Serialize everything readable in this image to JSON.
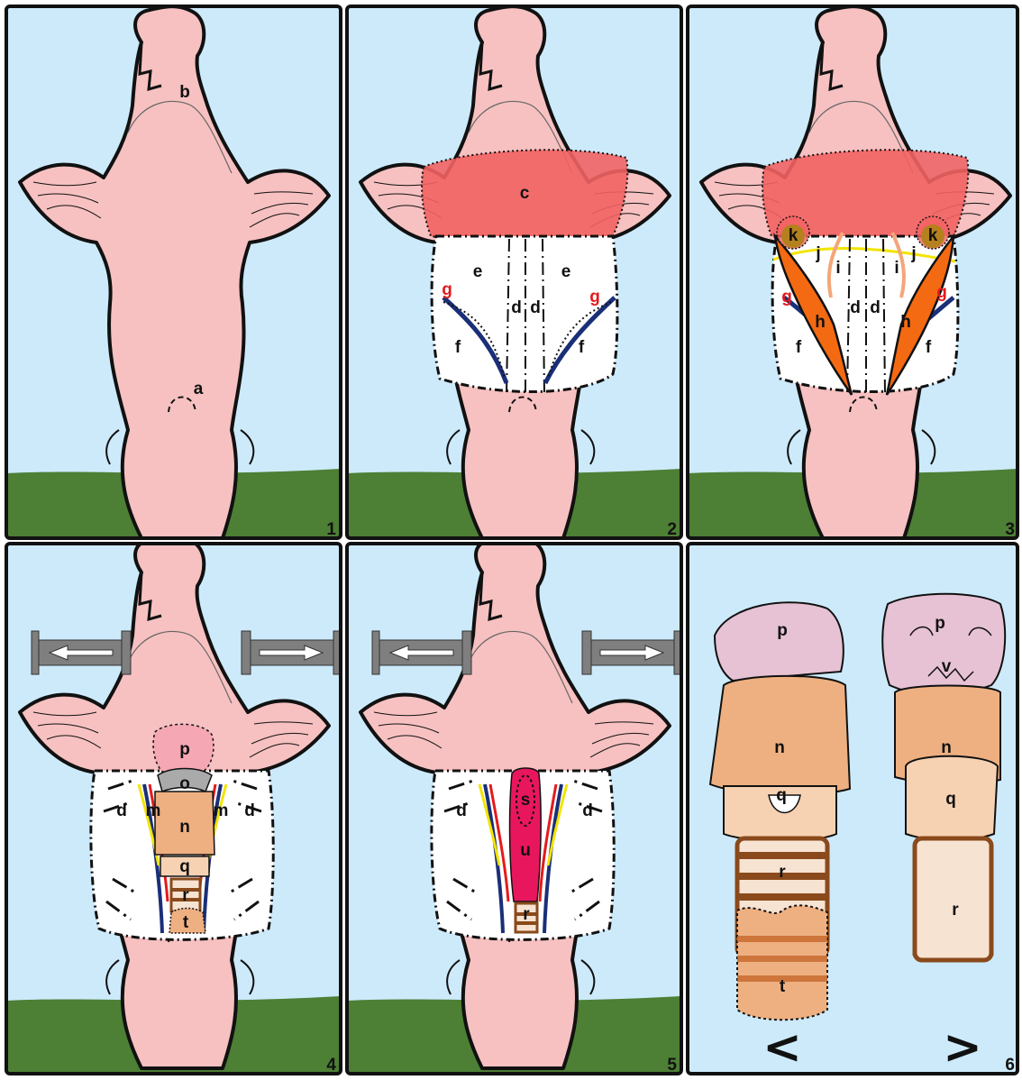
{
  "figure": {
    "panels": [
      {
        "number": "1",
        "labels": {
          "a": "a",
          "b": "b"
        }
      },
      {
        "number": "2",
        "labels": {
          "c": "c",
          "d1": "d",
          "d2": "d",
          "e1": "e",
          "e2": "e",
          "f1": "f",
          "f2": "f",
          "g1": "g",
          "g2": "g"
        }
      },
      {
        "number": "3",
        "labels": {
          "d1": "d",
          "d2": "d",
          "f1": "f",
          "f2": "f",
          "g1": "g",
          "g2": "g",
          "h1": "h",
          "h2": "h",
          "i1": "i",
          "i2": "i",
          "j1": "j",
          "j2": "j",
          "k1": "k",
          "k2": "k"
        }
      },
      {
        "number": "4",
        "labels": {
          "p": "p",
          "o": "o",
          "n": "n",
          "m1": "m",
          "m2": "m",
          "d1": "d",
          "d2": "d",
          "q": "q",
          "r": "r",
          "t": "t"
        }
      },
      {
        "number": "5",
        "labels": {
          "s": "s",
          "u": "u",
          "r": "r",
          "d1": "d",
          "d2": "d"
        }
      },
      {
        "number": "6",
        "labels": {
          "p1": "p",
          "n1": "n",
          "q1": "q",
          "r1": "r",
          "t": "t",
          "p2": "p",
          "v": "v",
          "n2": "n",
          "q2": "q",
          "r2": "r"
        },
        "arrows": {
          "left": "<",
          "right": ">"
        }
      }
    ],
    "colors": {
      "sky": "#cdeafb",
      "ground": "#4d7f35",
      "skin": "#f7c1c1",
      "wound": "#ffffff",
      "muscle_red": "#f26363",
      "muscle_orange": "#f46a12",
      "vein_blue": "#1a2f78",
      "nerve_yellow": "#f2e400",
      "artery_red": "#e41a1c",
      "thyroid_pink": "#f5a7b3",
      "epiglottis_purple": "#e6c2d4",
      "larynx_tan": "#eeb081",
      "cricoid_peach": "#f6d2b3",
      "trachea_brown": "#8a4a1b",
      "trachea_light": "#f7e3d2",
      "lumen_magenta": "#e8175d",
      "retractor_gray": "#7f7f7f"
    }
  }
}
